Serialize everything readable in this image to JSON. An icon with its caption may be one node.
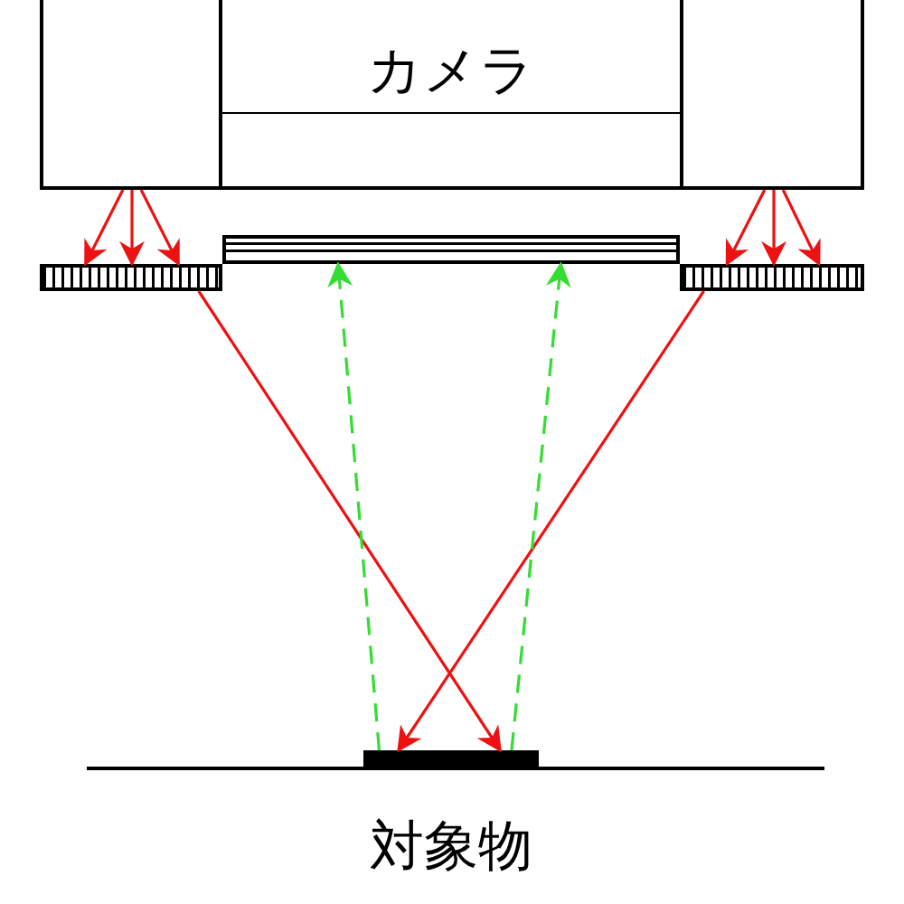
{
  "diagram": {
    "nodes": [
      {
        "text": [
          "カメラ"
        ]
      },
      {
        "text": [],
        "shape": "box"
      },
      {
        "text": [],
        "shape": "box"
      },
      {
        "text": [],
        "shape": "bar"
      },
      {
        "text": [],
        "shape": "bar"
      },
      {
        "text": [],
        "shape": "bar"
      },
      {
        "text": [],
        "shape": "bar",
        "beside": [
          "対象物"
        ]
      }
    ],
    "edges": [
      {
        "from": 1,
        "to": 3,
        "arrow": "to"
      },
      {
        "from": 1,
        "to": 3,
        "arrow": "to"
      },
      {
        "from": 1,
        "to": 3,
        "arrow": "to"
      },
      {
        "from": 2,
        "to": 5,
        "arrow": "to"
      },
      {
        "from": 2,
        "to": 5,
        "arrow": "to"
      },
      {
        "from": 2,
        "to": 5,
        "arrow": "to"
      },
      {
        "from": 3,
        "to": 6,
        "arrow": "to"
      },
      {
        "from": 5,
        "to": 6,
        "arrow": "to"
      },
      {
        "from": 6,
        "to": 4,
        "arrow": "to",
        "style": "dashed",
        "color": "#33dd33"
      },
      {
        "from": 6,
        "to": 4,
        "arrow": "to",
        "style": "dashed",
        "color": "#33dd33"
      }
    ]
  }
}
